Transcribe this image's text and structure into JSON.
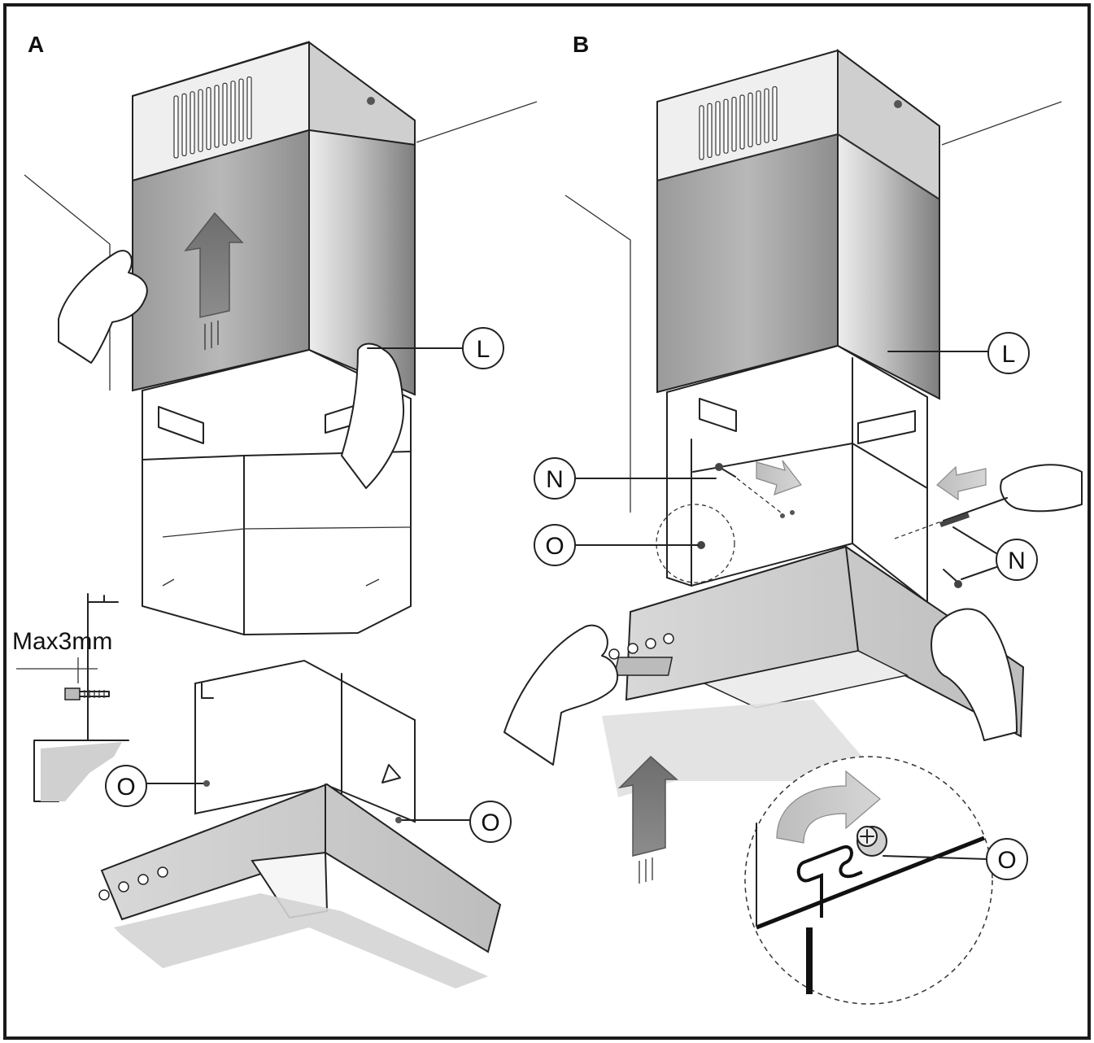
{
  "panels": {
    "a_label": "A",
    "b_label": "B"
  },
  "callouts": {
    "a_L": "L",
    "a_O_left": "O",
    "a_O_right": "O",
    "b_L": "L",
    "b_N_left": "N",
    "b_O_left": "O",
    "b_N_right": "N",
    "b_O_zoom": "O"
  },
  "dimension": {
    "label": "Max3mm"
  },
  "colors": {
    "frame": "#1a1a1a",
    "metal_dark": "#8a8a8a",
    "metal_light": "#e2e2e2",
    "arrow_dark": "#7a7a7a",
    "arrow_light": "#c8c8c8",
    "shadow": "#d0d0d0"
  },
  "icons": {
    "arrow_up": "arrow-up-icon",
    "arrow_right": "arrow-right-icon",
    "arrow_left": "arrow-left-icon",
    "arrow_curved": "curved-arrow-icon",
    "screw": "screw-icon",
    "screwdriver": "screwdriver-icon",
    "hand": "hand-icon"
  }
}
